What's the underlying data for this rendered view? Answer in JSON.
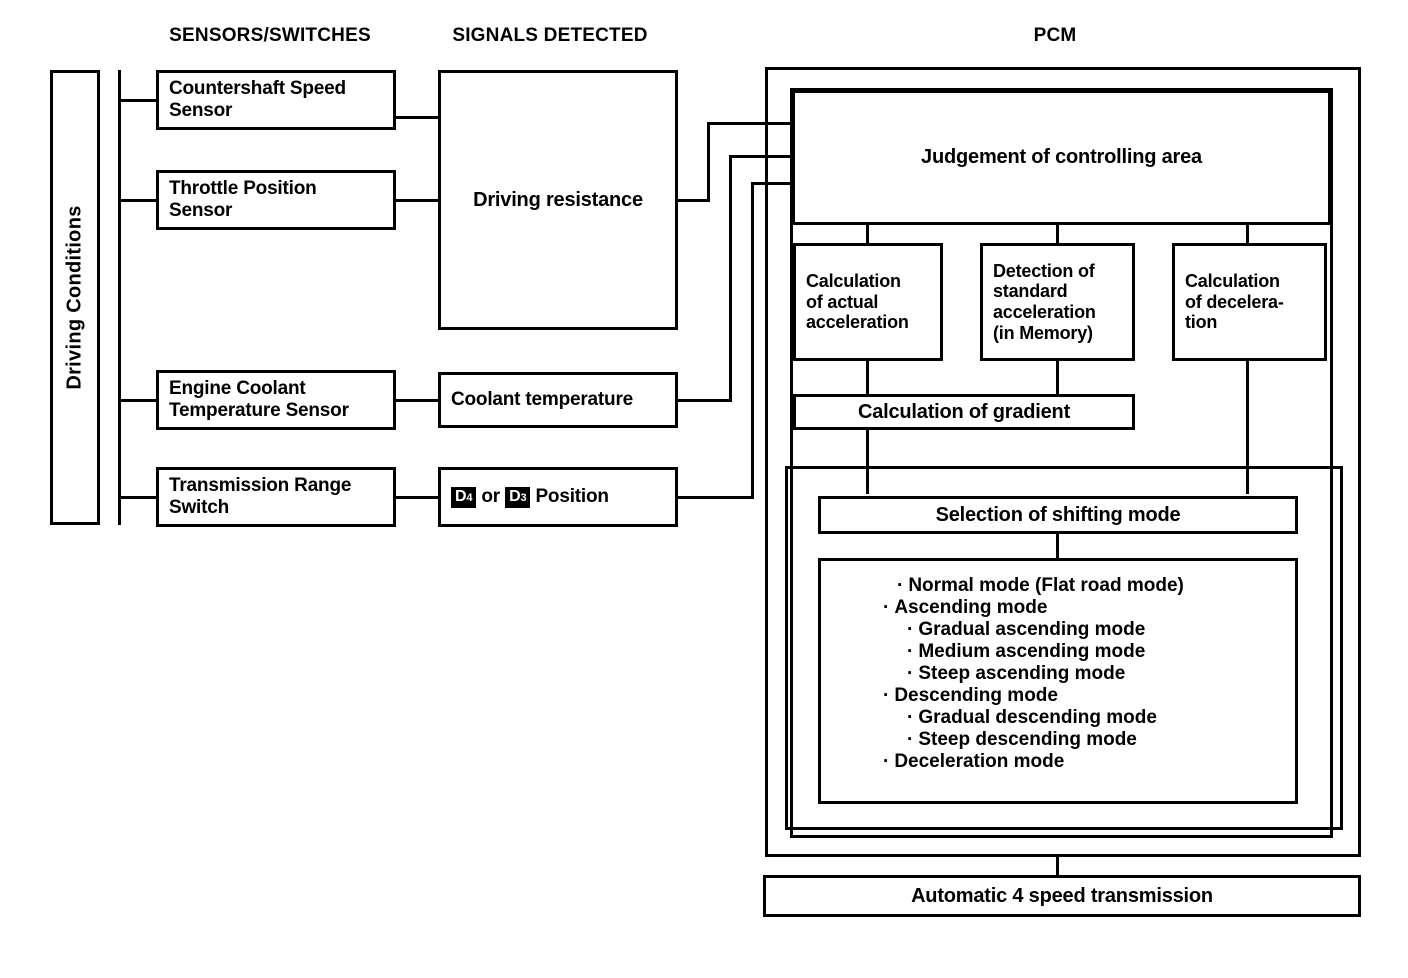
{
  "headers": {
    "sensors": "SENSORS/SWITCHES",
    "signals": "SIGNALS DETECTED",
    "pcm": "PCM"
  },
  "driving_conditions": {
    "label": "Driving Conditions"
  },
  "sensors": [
    {
      "label": "Countershaft Speed\nSensor"
    },
    {
      "label": "Throttle Position\nSensor"
    },
    {
      "label": "Engine Coolant\nTemperature Sensor"
    },
    {
      "label": "Transmission Range\nSwitch"
    }
  ],
  "signals": {
    "driving_resistance": "Driving resistance",
    "coolant_temperature": "Coolant temperature",
    "position": {
      "gear_a": "D",
      "gear_a_sub": "4",
      "connector": "or",
      "gear_b": "D",
      "gear_b_sub": "3",
      "suffix": "Position"
    }
  },
  "pcm": {
    "judgement": "Judgement of controlling area",
    "calc_actual": "Calculation\nof actual\nacceleration",
    "detect_standard": "Detection of\nstandard\nacceleration\n(in Memory)",
    "calc_decel": "Calculation\nof decelera-\ntion",
    "calc_gradient": "Calculation of gradient",
    "selection": "Selection of shifting mode",
    "modes": [
      {
        "text": "Normal mode (Flat road mode)",
        "level": 0
      },
      {
        "text": "Ascending mode",
        "level": 1
      },
      {
        "text": "Gradual ascending mode",
        "level": 2
      },
      {
        "text": "Medium ascending mode",
        "level": 2
      },
      {
        "text": "Steep ascending mode",
        "level": 2
      },
      {
        "text": "Descending mode",
        "level": 1
      },
      {
        "text": "Gradual descending mode",
        "level": 2
      },
      {
        "text": "Steep descending mode",
        "level": 2
      },
      {
        "text": "Deceleration mode",
        "level": 1
      }
    ],
    "bullet": "·"
  },
  "output": {
    "transmission": "Automatic 4 speed transmission"
  },
  "colors": {
    "line": "#000000",
    "background": "#ffffff"
  }
}
